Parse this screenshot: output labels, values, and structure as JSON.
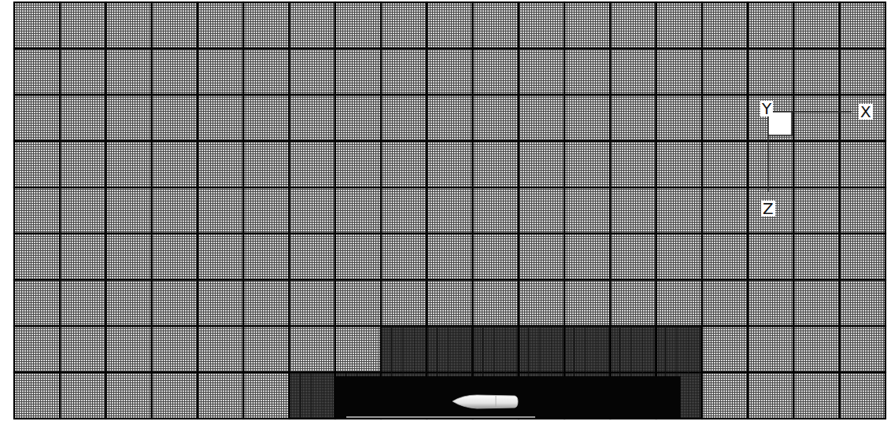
{
  "diagram": {
    "labels": [
      "Y",
      "X",
      "Z"
    ]
  }
}
